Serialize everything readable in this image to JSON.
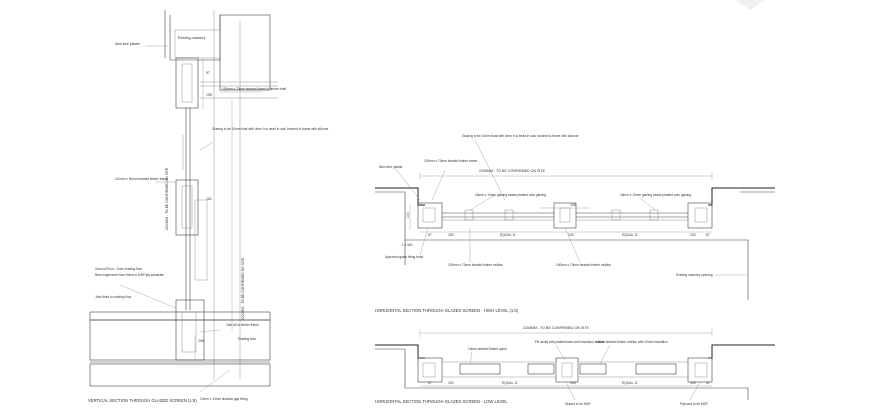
{
  "title_vertical": "VERTICAL SECTION THROUGH GLAZED SCREEN (1:5)",
  "title_high": "HORIZONTAL SECTION THROUGH GLAZED SCREEN - HIGH LEVEL (1:5)",
  "title_low": "HORIZONTAL SECTION THROUGH GLAZED SCREEN - LOW LEVEL",
  "vertical": {
    "existing_masonry": "Existing masonry",
    "new_lime_plaster": "New lime plaster",
    "head_frame": "100mm x 70mm beaded frame to timber lintel",
    "glazing_note": "Glazing to be 10mm float with 4mm h-w bead in oak; bonded to frame with silicone",
    "beaded_frame": "110mm x 60mm beaded timber frame",
    "floor_note_a": "Ground Floor - Over existing floor",
    "floor_note_b": "New engineered floor finish to MDF/ply substrate",
    "joists": "Joist fixed to existing floor",
    "cill_note": "Oak cill to timber frame",
    "base_note": "10mm x 10mm shadow gap fixing",
    "existing_floor": "Existing floor",
    "vertical_dim": "2200MM - TO BE CONFIRMED ON SITE",
    "dim_top": "57",
    "dim_mid": "108",
    "dim_low": "118",
    "dim_base": "205"
  },
  "high": {
    "overall_dim": "2200MM - TO BE CONFIRMED ON SITE",
    "new_lime_plaster": "New lime plaster",
    "frame_note": "100mm x 70mm beaded timber frame",
    "top_note": "Glazing to be 10mm float with 4mm h-w bead in oak; bonded to frame with silicone",
    "glass_note_left": "16mm x 10mm glazing beads planted onto glazing",
    "glass_note_right": "16mm x 10mm glazing beads planted onto glazing",
    "lower_left": "Approved glass fixing bead",
    "lower_mid": "100mm x 70mm beaded timber mullion",
    "lower_right": "100mm x 70mm beaded timber mullion",
    "opening_note": "Existing masonry opening",
    "equal_left": "EQUAL 'A'",
    "equal_right": "EQUAL 'A'",
    "dim_left_a": "57",
    "dim_left_b": "100",
    "dim_mid": "100",
    "dim_right_a": "100",
    "dim_right_b": "57",
    "dim_height": "100",
    "dim_depth": "1 x 400"
  },
  "low": {
    "overall_dim": "2200MM - TO BE CONFIRMED ON SITE",
    "frame_note": "10mm beaded timber panel",
    "mid_note": "Fill cavity with plasterboard and insulation boards",
    "right_note": "16mm beaded timber mullion with 10mm insulation",
    "equal_left": "EQUAL 'A'",
    "equal_right": "EQUAL 'A'",
    "dim_left_a": "57",
    "dim_left_b": "100",
    "dim_mid": "100",
    "dim_right_a": "100",
    "dim_right_b": "57",
    "bottom_note": "Glazed to be MDF",
    "bottom_right": "Plywood to be MDF"
  }
}
